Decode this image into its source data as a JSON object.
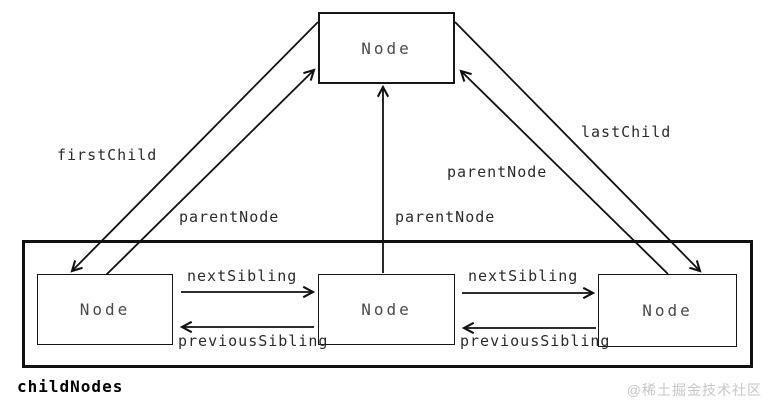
{
  "diagram": {
    "parent_node": {
      "label": "Node"
    },
    "children": [
      {
        "label": "Node"
      },
      {
        "label": "Node"
      },
      {
        "label": "Node"
      }
    ],
    "edge_labels": {
      "firstChild": "firstChild",
      "lastChild": "lastChild",
      "parentNode_left": "parentNode",
      "parentNode_middle": "parentNode",
      "parentNode_right": "parentNode",
      "nextSibling_left": "nextSibling",
      "nextSibling_right": "nextSibling",
      "previousSibling_left": "previousSibling",
      "previousSibling_right": "previousSibling"
    },
    "container_label": "childNodes",
    "watermark": "@稀土掘金技术社区",
    "colors": {
      "line": "#111111",
      "label_text": "#2b2b2b",
      "node_text": "#4a4a4a",
      "watermark": "#c6c6c6",
      "background": "#ffffff"
    }
  }
}
